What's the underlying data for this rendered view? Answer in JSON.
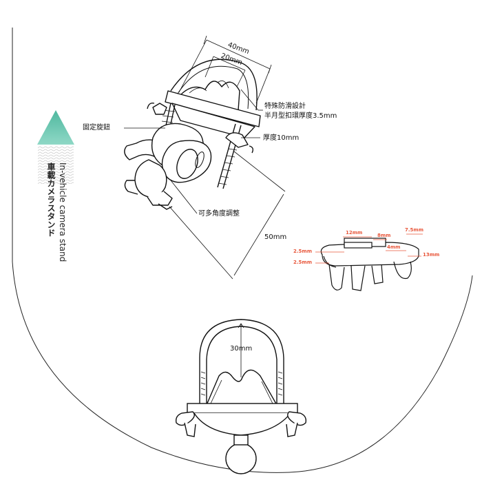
{
  "labels": {
    "width_outer": "40mm",
    "width_inner": "20mm",
    "anti_slip_line1": "特殊防滑設計",
    "anti_slip_line2": "半月型扣環厚度3.5mm",
    "fixing_knob": "固定旋鈕",
    "thickness": "厚度10mm",
    "multi_angle": "可多角度調整",
    "length": "50mm",
    "u_bolt_span": "30mm"
  },
  "plate_dims": {
    "d12": "12mm",
    "d8": "8mm",
    "d7_5": "7.5mm",
    "d4": "4mm",
    "d13": "13mm",
    "d2_5_top": "2.5mm",
    "d2_5_bottom": "2.5mm"
  },
  "sidebar": {
    "english": "In-vehicle camera stand",
    "chinese": "車載カメラスタンド"
  },
  "colors": {
    "accent_triangle": "#5ec2a8",
    "dimension_orange": "#e8563a",
    "line": "#111111"
  }
}
